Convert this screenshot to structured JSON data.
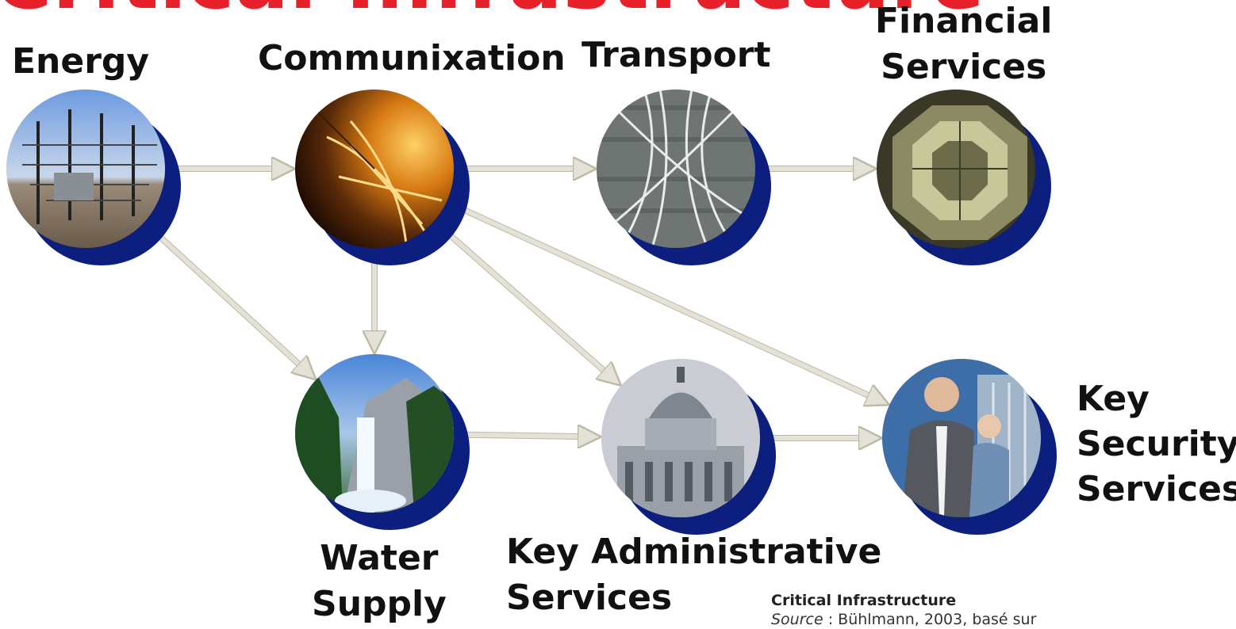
{
  "title": "Critical Infrastructure",
  "nodes": [
    {
      "id": "energy",
      "label_lines": [
        "Energy"
      ],
      "icon": "power-substation"
    },
    {
      "id": "communication",
      "label_lines": [
        "Communixation"
      ],
      "icon": "satellite-dish"
    },
    {
      "id": "transport",
      "label_lines": [
        "Transport"
      ],
      "icon": "railway-tracks"
    },
    {
      "id": "financial",
      "label_lines": [
        "Financial",
        "Services"
      ],
      "icon": "financial-building"
    },
    {
      "id": "water",
      "label_lines": [
        "Water",
        "Supply"
      ],
      "icon": "waterfall"
    },
    {
      "id": "administrative",
      "label_lines": [
        "Key Administrative",
        "Services"
      ],
      "icon": "government-building"
    },
    {
      "id": "security",
      "label_lines": [
        "Key",
        "Security",
        "Services"
      ],
      "icon": "security-personnel"
    }
  ],
  "edges": [
    {
      "from": "energy",
      "to": "communication"
    },
    {
      "from": "communication",
      "to": "transport"
    },
    {
      "from": "transport",
      "to": "financial"
    },
    {
      "from": "energy",
      "to": "water"
    },
    {
      "from": "communication",
      "to": "water"
    },
    {
      "from": "communication",
      "to": "administrative"
    },
    {
      "from": "communication",
      "to": "security"
    },
    {
      "from": "water",
      "to": "administrative"
    },
    {
      "from": "administrative",
      "to": "security"
    }
  ],
  "caption": {
    "title": "Critical Infrastructure",
    "source_label": "Source",
    "source_text": " : Bühlmann, 2003, basé sur"
  },
  "colors": {
    "title": "#e8202a",
    "disc_shadow": "#0c1f7e",
    "arrow": "#e4e2d6",
    "arrow_outline": "#bdb9a6"
  }
}
